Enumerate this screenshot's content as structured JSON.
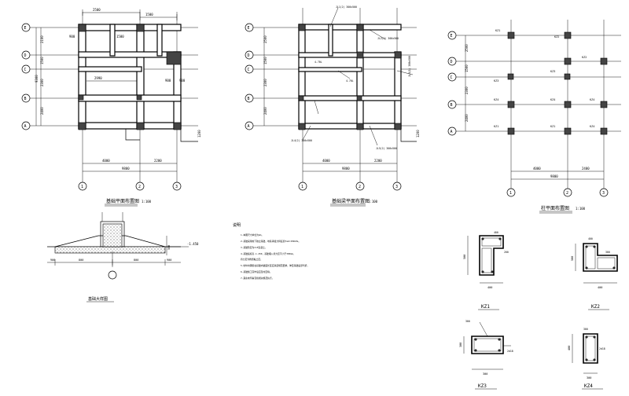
{
  "axes": {
    "rows": [
      "E",
      "D",
      "C",
      "B",
      "A"
    ],
    "cols": [
      "1",
      "2",
      "3"
    ]
  },
  "plan1": {
    "title": "基础平面布置图",
    "scale": "1:100",
    "dims": {
      "top1": "2500",
      "top2": "1500",
      "left1": "2100",
      "left2": "1500",
      "left3": "2300",
      "left4": "2400",
      "left_total": "9300",
      "inner_a": "2990",
      "inner_b": "1500",
      "inner_c": "900",
      "bot1": "4000",
      "bot2": "2200",
      "bot_total": "9800",
      "right_small": "1200",
      "mid_small": "900",
      "mid_small2": "900"
    }
  },
  "plan2": {
    "title": "基础梁平面布置图",
    "scale": "1:100",
    "dims": {
      "bot1": "4000",
      "bot2": "2200",
      "bot_total": "9800",
      "left1": "2500",
      "left2": "1500",
      "left3": "2300",
      "left4": "2400",
      "right_small": "1200"
    },
    "notes": [
      "JL1(2) 300x500",
      "JL2(2) 300x500",
      "JL3(1) 300x500",
      "JL4(2) 300x500",
      "JL5(2) 300x500",
      "4.70L",
      "4.70L"
    ]
  },
  "plan3": {
    "title": "柱平面布置图",
    "scale": "1:100",
    "dims": {
      "bot1": "4000",
      "bot2": "2400",
      "bot_total": "9800",
      "left1": "2500",
      "left2": "1500",
      "left3": "2300",
      "left4": "2400"
    },
    "labels": [
      "KZ1",
      "KZ2",
      "KZ3",
      "KZ4",
      "KZ4",
      "KZ4",
      "KZ1",
      "KZ1",
      "KZ4",
      "KZ2",
      "KZ3"
    ]
  },
  "section": {
    "title": "基础大样图",
    "elev": "-1.450",
    "dims": {
      "left": "900",
      "mid1": "800",
      "mid2": "800",
      "right": "900",
      "h": "500"
    }
  },
  "notes": {
    "heading": "说明",
    "items": [
      "1.本图尺寸单位为mm。",
      "2.基础采用柱下独立基础，地基承载力特征值fak=150kPa。",
      "3.基础垫层为C15混凝土。",
      "4.基础底标高-1.450，基础埋入持力层不小于300mm。",
      "   持力层为粉质黏土层。",
      "5.柱纵向钢筋在基础内锚固长度应满足规范要求，伸至基础底部弯折。",
      "6.基础施工完毕后应及时回填。",
      "7.其余未尽事宜按相关规范执行。"
    ]
  },
  "columns": [
    {
      "name": "KZ1",
      "w": "400",
      "h": "500",
      "d1": "400",
      "d2": "200"
    },
    {
      "name": "KZ2",
      "w": "400",
      "h": "500",
      "d1": "400",
      "d2": "300"
    },
    {
      "name": "KZ3",
      "w": "300",
      "h": "300",
      "d1": "300",
      "d2": "2d18"
    },
    {
      "name": "KZ4",
      "w": "300",
      "h": "400",
      "d1": "300",
      "d2": "2d18"
    }
  ]
}
